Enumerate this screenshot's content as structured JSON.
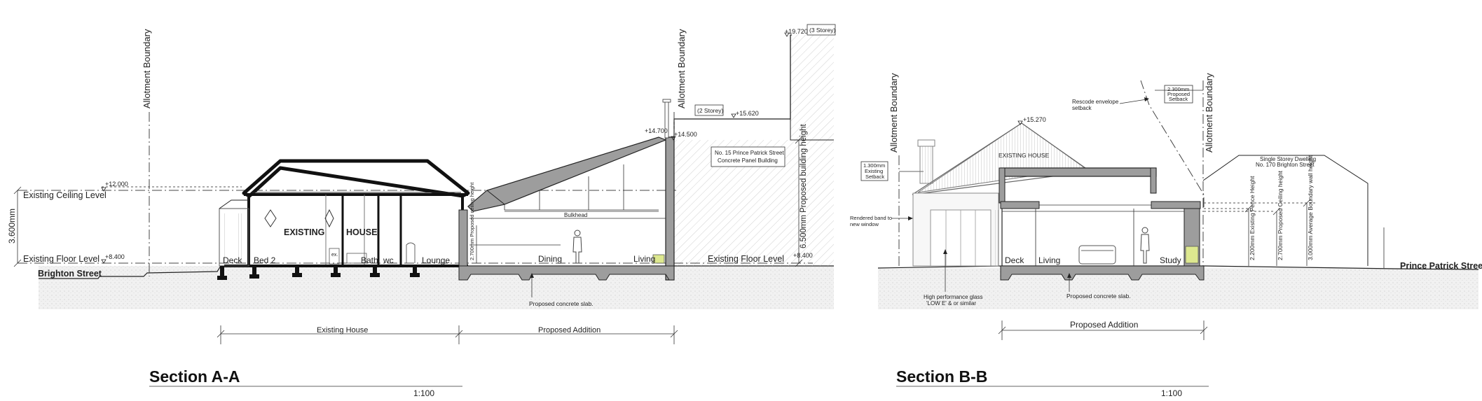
{
  "section_a": {
    "title": "Section A-A",
    "scale": "1:100",
    "labels": {
      "boundary_left": "Allotment Boundary",
      "boundary_right": "Allotment Boundary",
      "ceiling_level": "Existing Ceiling Level",
      "floor_level": "Existing Floor Level",
      "floor_level_right": "Existing Floor Level",
      "street": "Brighton Street",
      "height_left": "3.600mm",
      "height_right": "6.500mm Proposed building height",
      "rl_ceiling": "+12.000",
      "rl_floor": "+8.400",
      "rl_roof": "+14.700",
      "rl_roof2": "+14.500",
      "rl_2storey": "+15.620",
      "rl_3storey": "+19.720",
      "rl_floor_right": "+8.400",
      "two_storey": "(2 Storey)",
      "three_storey": "(3 Storey)",
      "neighbour_1": "No. 15 Prince Patrick Street",
      "neighbour_2": "Concrete Panel Building",
      "existing_1": "EXISTING",
      "existing_2": "HOUSE",
      "bulkhead": "Bulkhead",
      "ceiling_height": "2.700mm Proposed ceiling height",
      "slab": "Proposed concrete slab.",
      "dim_existing": "Existing House",
      "dim_addition": "Proposed Addition",
      "ex": "ex."
    },
    "rooms": [
      "Deck",
      "Bed 2",
      "Bath",
      "wc",
      "Lounge",
      "Dining",
      "Living"
    ]
  },
  "section_b": {
    "title": "Section B-B",
    "scale": "1:100",
    "labels": {
      "boundary_left": "Allotment Boundary",
      "boundary_right": "Allotment Boundary",
      "setback_existing_1": "1.300mm",
      "setback_existing_2": "Existing",
      "setback_existing_3": "Setback",
      "setback_proposed_1": "2.300mm",
      "setback_proposed_2": "Proposed",
      "setback_proposed_3": "Setback",
      "rescode_1": "Rescode envelope",
      "rescode_2": "setback",
      "rl_roof": "+15.270",
      "existing_house": "EXISTING HOUSE",
      "rendered_1": "Rendered band to",
      "rendered_2": "new window",
      "glass_1": "High performance glass",
      "glass_2": "'LOW E' & or similar",
      "slab": "Proposed concrete slab.",
      "dim_addition": "Proposed Addition",
      "dim_1": "2.200mm Existing Fence Height",
      "dim_2": "2.700mm Proposed Ceiling height",
      "dim_3": "3.000mm Average Boundary wall height",
      "neighbour_1": "Single Storey Dwelling",
      "neighbour_2": "No. 170 Brighton Street",
      "street": "Prince Patrick Street"
    },
    "rooms": [
      "Deck",
      "Living",
      "Study"
    ]
  }
}
